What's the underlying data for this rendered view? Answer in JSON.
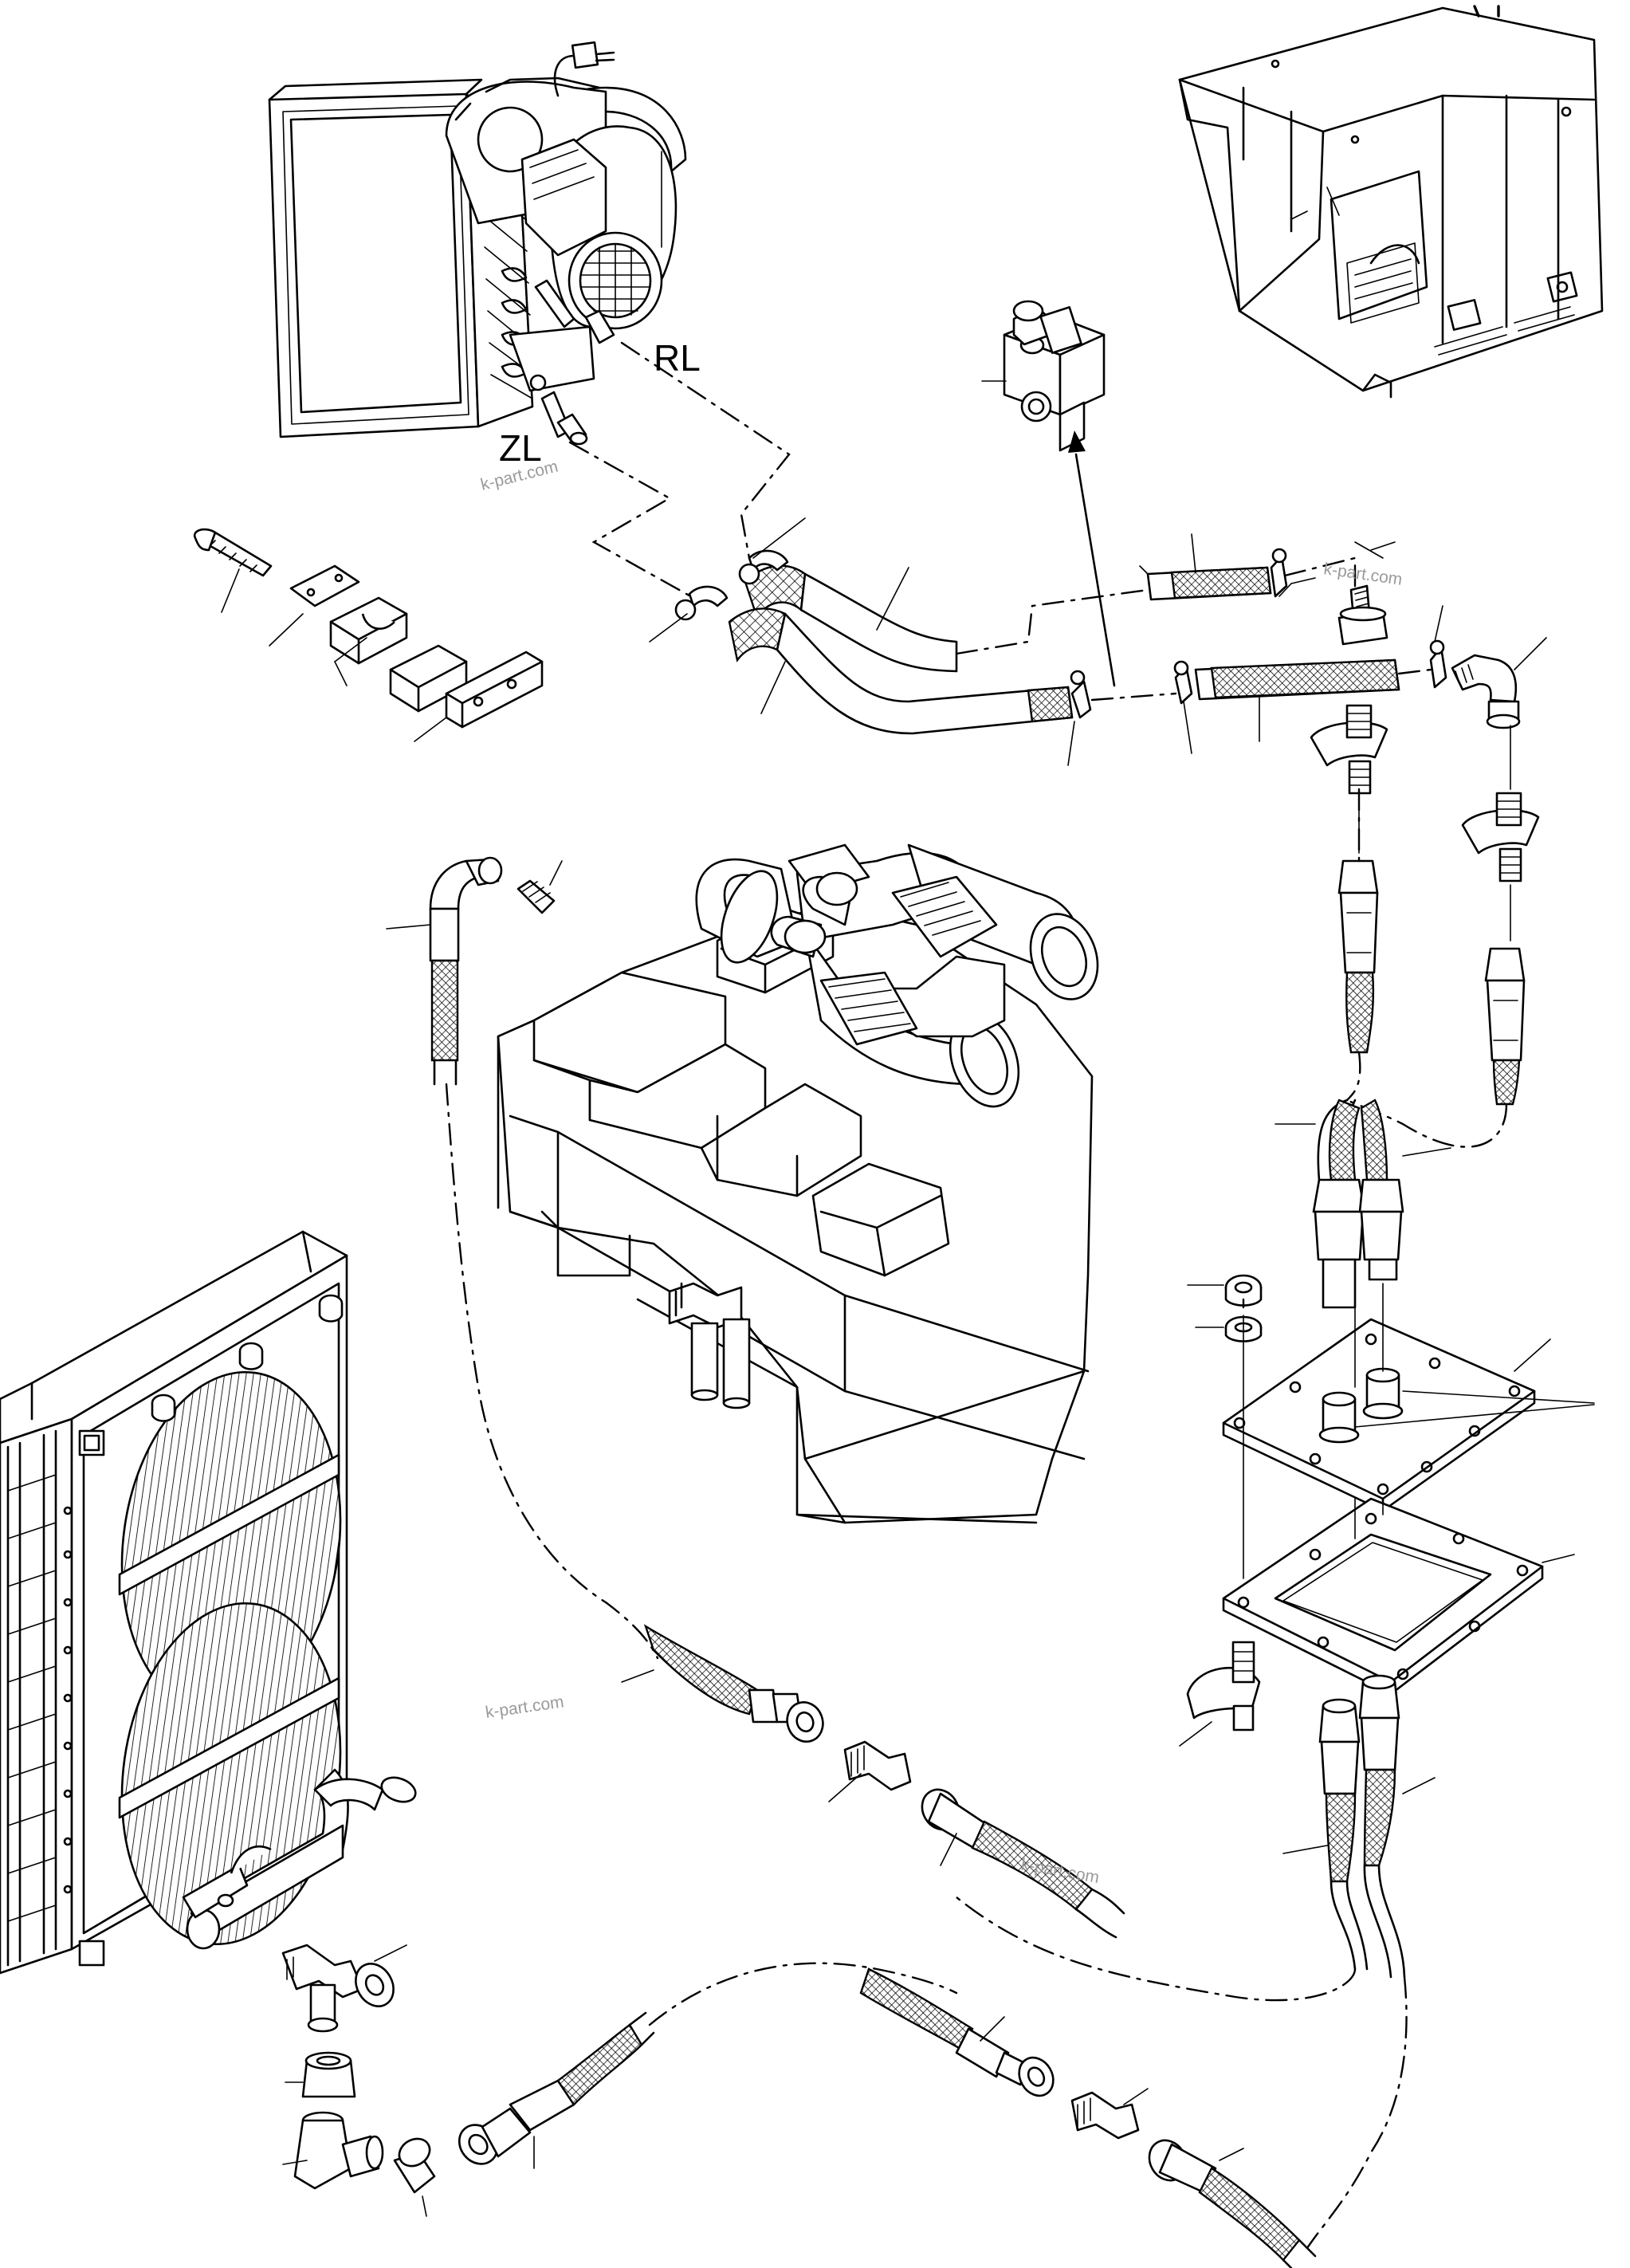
{
  "labels": {
    "return_line": "RL",
    "supply_line": "ZL"
  },
  "watermarks": [
    "k-part.com",
    "k-part.com",
    "k-part.com",
    "k-part.com"
  ],
  "colors": {
    "ink": "#000000",
    "paper": "#ffffff",
    "watermark": "#9a9a9a"
  }
}
